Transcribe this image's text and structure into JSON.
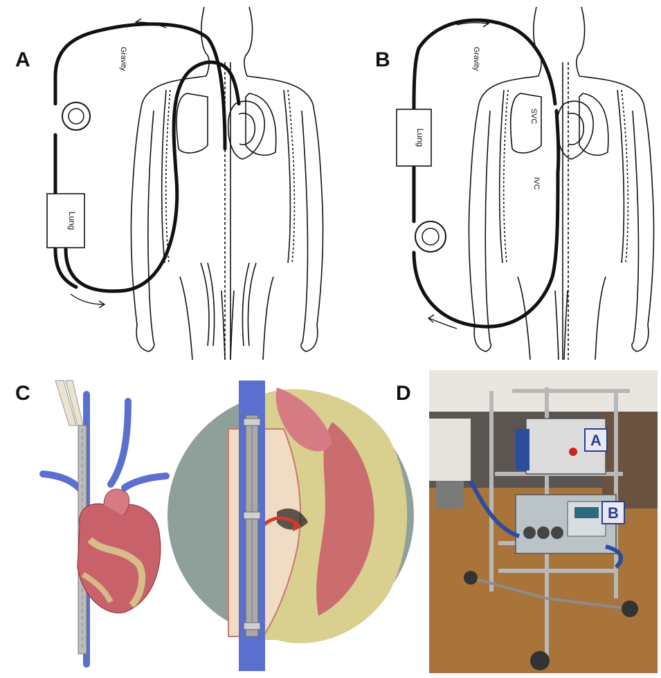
{
  "panels": {
    "a": {
      "letter": "A",
      "gravity_label": "Gravity",
      "lung_label": "Lung"
    },
    "b": {
      "letter": "B",
      "gravity_label": "Gravity",
      "lung_label": "Lung",
      "svc_label": "SVC",
      "ivc_label": "IVC"
    },
    "c": {
      "letter": "C"
    },
    "d": {
      "letter": "D",
      "badge_a": "A",
      "badge_b": "B"
    }
  },
  "colors": {
    "line": "#111111",
    "vein_blue": "#5b6fcf",
    "heart_pink": "#c9616b",
    "fat_yellow": "#d9cf8e",
    "circle_gray": "#8fa09a",
    "cannula_gray": "#a9a9a9",
    "floor_brown": "#a8743a",
    "badge_blue": "#2b3f8f"
  }
}
